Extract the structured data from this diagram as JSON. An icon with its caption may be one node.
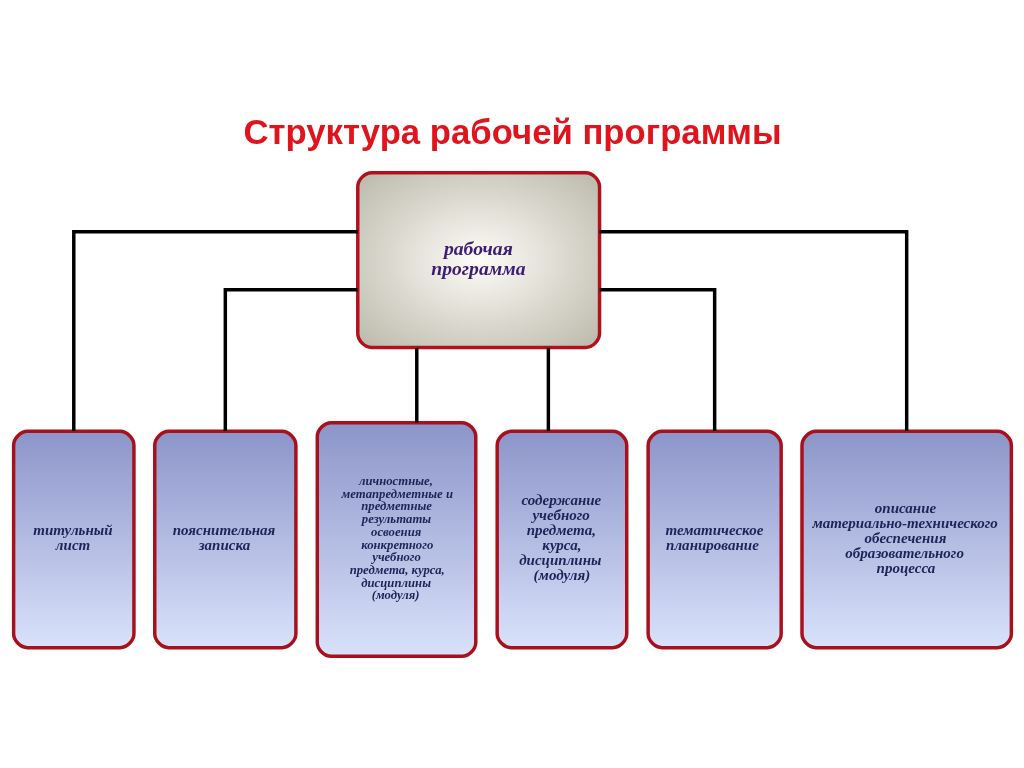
{
  "diagram": {
    "title": "Структура рабочей программы",
    "nodes": [
      {
        "text": [
          "рабочая программа"
        ]
      },
      {
        "text": [
          "титульный лист"
        ]
      },
      {
        "text": [
          "пояснительная записка"
        ]
      },
      {
        "text": [
          "личностные, метапредметные и предметные результаты освоения конкретного учебного предмета, курса, дисциплины (модуля)"
        ]
      },
      {
        "text": [
          "содержание учебного предмета, курса, дисциплины (модуля)"
        ]
      },
      {
        "text": [
          "тематическое планирование"
        ]
      },
      {
        "text": [
          "описание материально-технического обеспечения образовательного процесса"
        ]
      }
    ],
    "edges": [
      {
        "from": 0,
        "to": 1,
        "arrow": "none"
      },
      {
        "from": 0,
        "to": 2,
        "arrow": "none"
      },
      {
        "from": 0,
        "to": 3,
        "arrow": "none"
      },
      {
        "from": 0,
        "to": 4,
        "arrow": "none"
      },
      {
        "from": 0,
        "to": 5,
        "arrow": "none"
      },
      {
        "from": 0,
        "to": 6,
        "arrow": "none"
      }
    ]
  }
}
